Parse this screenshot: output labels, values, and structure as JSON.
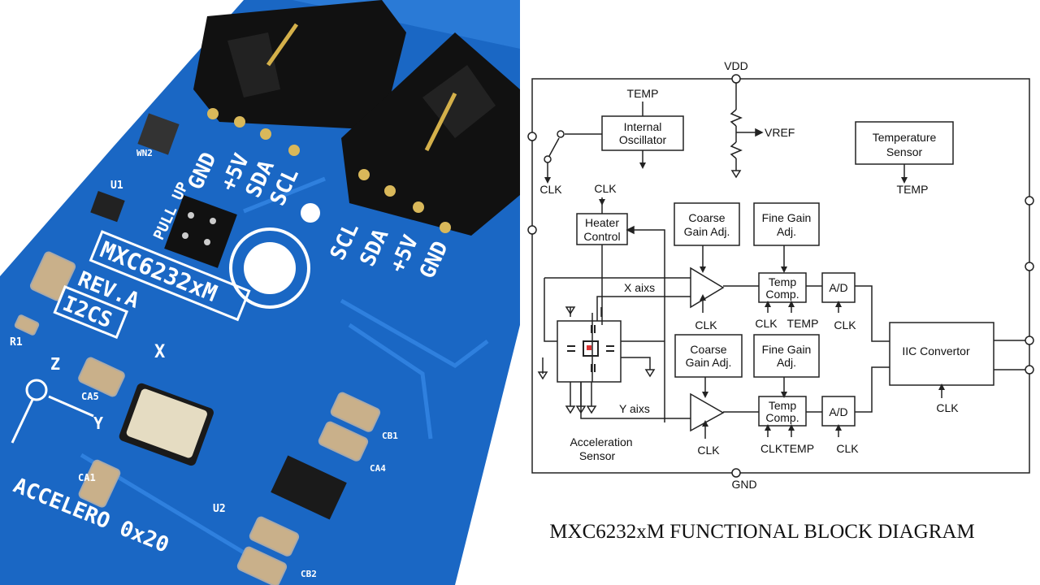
{
  "photo": {
    "header_top_labels": [
      "GND",
      "+5V",
      "SDA",
      "SCL"
    ],
    "header_bottom_labels": [
      "SCL",
      "SDA",
      "+5V",
      "GND"
    ],
    "pullup_label": "PULL UP",
    "board_name": "MXC6232xM",
    "revision": "REV.A",
    "interface": "I2CS",
    "axis_x": "X",
    "axis_y": "Y",
    "axis_z": "Z",
    "ref_u1": "U1",
    "ref_u2": "U2",
    "ref_r1": "R1",
    "ref_ca5": "CA5",
    "ref_ca1": "CA1",
    "ref_wn2": "WN2",
    "ref_ca4": "CA4",
    "ref_cb1": "CB1",
    "ref_cb2": "CB2",
    "bottom_text": "ACCELERO 0x20"
  },
  "diagram": {
    "vdd": "VDD",
    "gnd": "GND",
    "vref": "VREF",
    "temp_in": "TEMP",
    "osc_line1": "Internal",
    "osc_line2": "Oscillator",
    "clk_osc": "CLK",
    "clk_heater": "CLK",
    "heater_line1": "Heater",
    "heater_line2": "Control",
    "temp_sensor_line1": "Temperature",
    "temp_sensor_line2": "Sensor",
    "temp_sensor_out": "TEMP",
    "coarse1_line1": "Coarse",
    "coarse1_line2": "Gain Adj.",
    "fine1_line1": "Fine Gain",
    "fine1_line2": "Adj.",
    "coarse2_line1": "Coarse",
    "coarse2_line2": "Gain Adj.",
    "fine2_line1": "Fine Gain",
    "fine2_line2": "Adj.",
    "x_axis": "X aixs",
    "y_axis": "Y aixs",
    "amp1_clk": "CLK",
    "amp2_clk": "CLK",
    "tc1_line1": "Temp",
    "tc1_line2": "Comp.",
    "tc2_line1": "Temp",
    "tc2_line2": "Comp.",
    "tc1_clk": "CLK",
    "tc1_temp": "TEMP",
    "tc2_clktemp": "CLKTEMP",
    "ad1": "A/D",
    "ad2": "A/D",
    "ad1_clk": "CLK",
    "ad2_clk": "CLK",
    "iic": "IIC Convertor",
    "iic_clk": "CLK",
    "accel_line1": "Acceleration",
    "accel_line2": "Sensor",
    "caption": "MXC6232xM FUNCTIONAL BLOCK DIAGRAM"
  }
}
